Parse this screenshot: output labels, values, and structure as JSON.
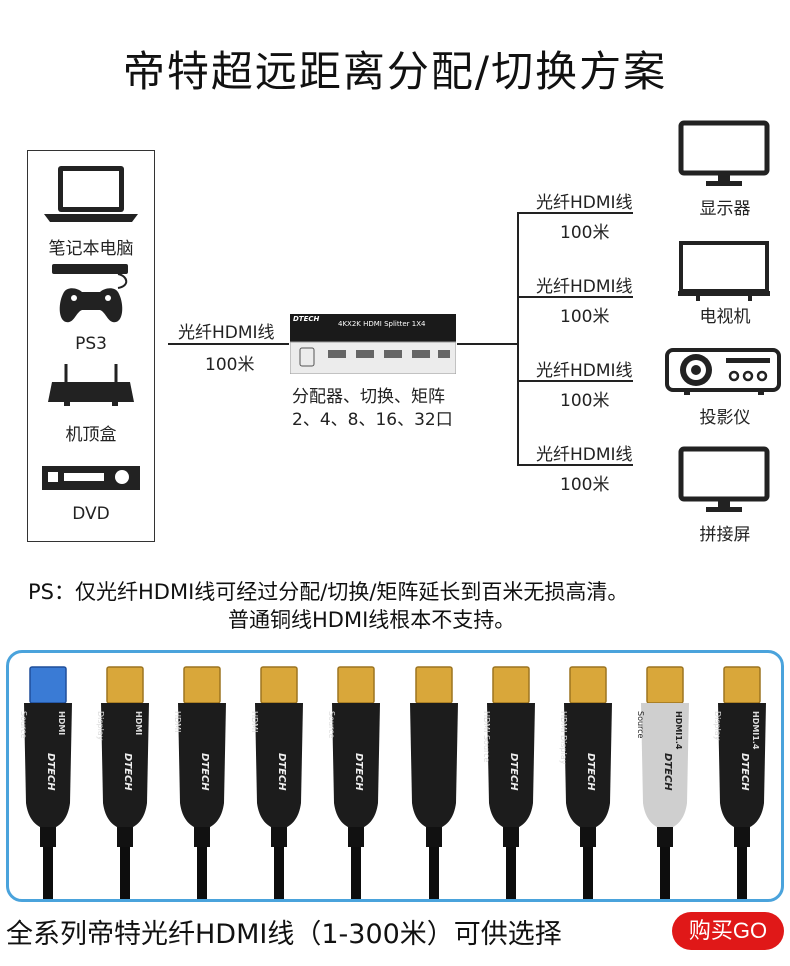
{
  "title": "帝特超远距离分配/切换方案",
  "sources": [
    {
      "label": "笔记本电脑",
      "icon": "laptop-icon"
    },
    {
      "label": "PS3",
      "icon": "gamepad-icon"
    },
    {
      "label": "机顶盒",
      "icon": "set-top-box-icon"
    },
    {
      "label": "DVD",
      "icon": "dvd-player-icon"
    }
  ],
  "input_cable": {
    "label": "光纤HDMI线",
    "length": "100米"
  },
  "splitter": {
    "brand": "DTECH",
    "panel_text": "4KX2K HDMI Splitter 1X4",
    "label_line1": "分配器、切换、矩阵",
    "label_line2": "2、4、8、16、32口"
  },
  "outputs": [
    {
      "cable": "光纤HDMI线",
      "length": "100米",
      "device": "显示器",
      "icon": "monitor-icon"
    },
    {
      "cable": "光纤HDMI线",
      "length": "100米",
      "device": "电视机",
      "icon": "tv-icon"
    },
    {
      "cable": "光纤HDMI线",
      "length": "100米",
      "device": "投影仪",
      "icon": "projector-icon"
    },
    {
      "cable": "光纤HDMI线",
      "length": "100米",
      "device": "拼接屏",
      "icon": "video-wall-icon"
    }
  ],
  "ps_line1": "PS：仅光纤HDMI线可经过分配/切换/矩阵延长到百米无损高清。",
  "ps_line2": "普通铜线HDMI线根本不支持。",
  "cables_row": [
    {
      "text": "Source",
      "text2": "HDMI",
      "brand": "DTECH",
      "tip": "blue"
    },
    {
      "text": "Display",
      "text2": "HDMI",
      "brand": "DTECH",
      "tip": "gold"
    },
    {
      "text": "HDMI",
      "text2": "",
      "brand": "DTECH",
      "tip": "gold"
    },
    {
      "text": "HDMI",
      "text2": "",
      "brand": "DTECH",
      "tip": "gold"
    },
    {
      "text": "Source",
      "text2": "",
      "brand": "DTECH",
      "tip": "gold"
    },
    {
      "text": "",
      "text2": "",
      "brand": "",
      "tip": "gold"
    },
    {
      "text": "HDMI Source",
      "text2": "",
      "brand": "DTECH",
      "tip": "gold"
    },
    {
      "text": "HDMI Display",
      "text2": "",
      "brand": "DTECH",
      "tip": "gold"
    },
    {
      "text": "Source",
      "text2": "HDMI1.4",
      "brand": "DTECH",
      "tip": "gold"
    },
    {
      "text": "Display",
      "text2": "HDMI1.4",
      "brand": "DTECH",
      "tip": "gold"
    }
  ],
  "bottom_text": "全系列帝特光纤HDMI线（1-300米）可供选择",
  "buy_button": "购买GO"
}
